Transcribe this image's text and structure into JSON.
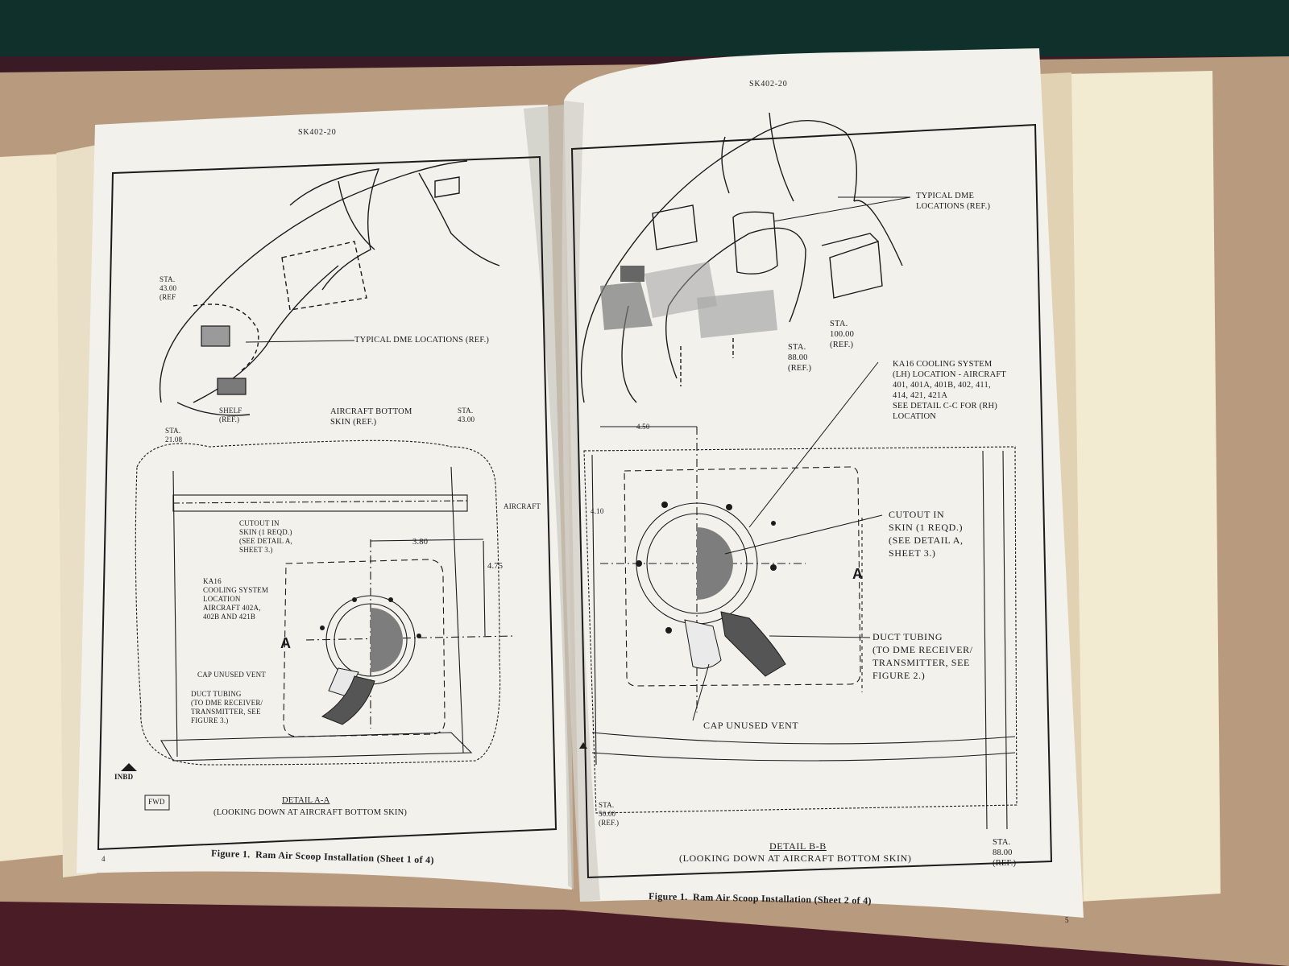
{
  "left_page": {
    "header": "SK402-20",
    "labels": {
      "sta_43": "STA.\n43.00\n(REF",
      "typical_dme": "TYPICAL DME LOCATIONS (REF.)",
      "shelf": "SHELF\n(REF.)",
      "aircraft_bottom": "AIRCRAFT BOTTOM\nSKIN (REF.)",
      "sta_21": "STA.\n21.08",
      "sta_43_top": "STA.\n43.00",
      "aircraft_cl": "AIRCRAFT",
      "dim_380": "3.80",
      "dim_475": "4.75",
      "cutout": "CUTOUT IN\nSKIN (1 REQD.)\n(SEE DETAIL A,\nSHEET 3.)",
      "ka16": "KA16\nCOOLING SYSTEM\nLOCATION\nAIRCRAFT 402A,\n402B AND 421B",
      "view_a": "A",
      "cap_unused": "CAP UNUSED VENT",
      "duct": "DUCT TUBING\n(TO DME RECEIVER/\nTRANSMITTER, SEE\nFIGURE 3.)",
      "inbd": "INBD",
      "fwd": "FWD",
      "detail_title": "DETAIL A-A",
      "detail_sub": "(LOOKING DOWN AT AIRCRAFT BOTTOM SKIN)",
      "caption": "Figure 1.  Ram Air Scoop Installation (Sheet 1 of 4)",
      "page_no": "4"
    }
  },
  "right_page": {
    "header": "SK402-20",
    "labels": {
      "typical_dme": "TYPICAL DME\nLOCATIONS (REF.)",
      "sta_100": "STA.\n100.00\n(REF.)",
      "sta_88": "STA.\n88.00\n(REF.)",
      "ka16": "KA16 COOLING SYSTEM\n(LH) LOCATION - AIRCRAFT\n401, 401A, 401B, 402, 411,\n414, 421, 421A\nSEE DETAIL C-C FOR (RH)\nLOCATION",
      "dim_450": "4.50",
      "dim_410": "4.10",
      "cutout": "CUTOUT IN\nSKIN (1 REQD.)\n(SEE DETAIL A,\nSHEET 3.)",
      "view_a": "A",
      "duct": "DUCT TUBING\n(TO DME RECEIVER/\nTRANSMITTER, SEE\nFIGURE 2.)",
      "cap_unused": "CAP UNUSED VENT",
      "sta_bottom_left": "STA.\n50.00\n(REF.)",
      "detail_title": "DETAIL B-B",
      "detail_sub": "(LOOKING DOWN AT AIRCRAFT BOTTOM SKIN)",
      "sta_88_bottom": "STA.\n88.00\n(REF.)",
      "caption": "Figure 1.  Ram Air Scoop Installation (Sheet 2 of 4)",
      "page_no": "5"
    }
  },
  "colors": {
    "background": "#3a1a24",
    "table": "#b89a7e",
    "page": "#f2f1ec",
    "ink": "#1b1b1b"
  }
}
